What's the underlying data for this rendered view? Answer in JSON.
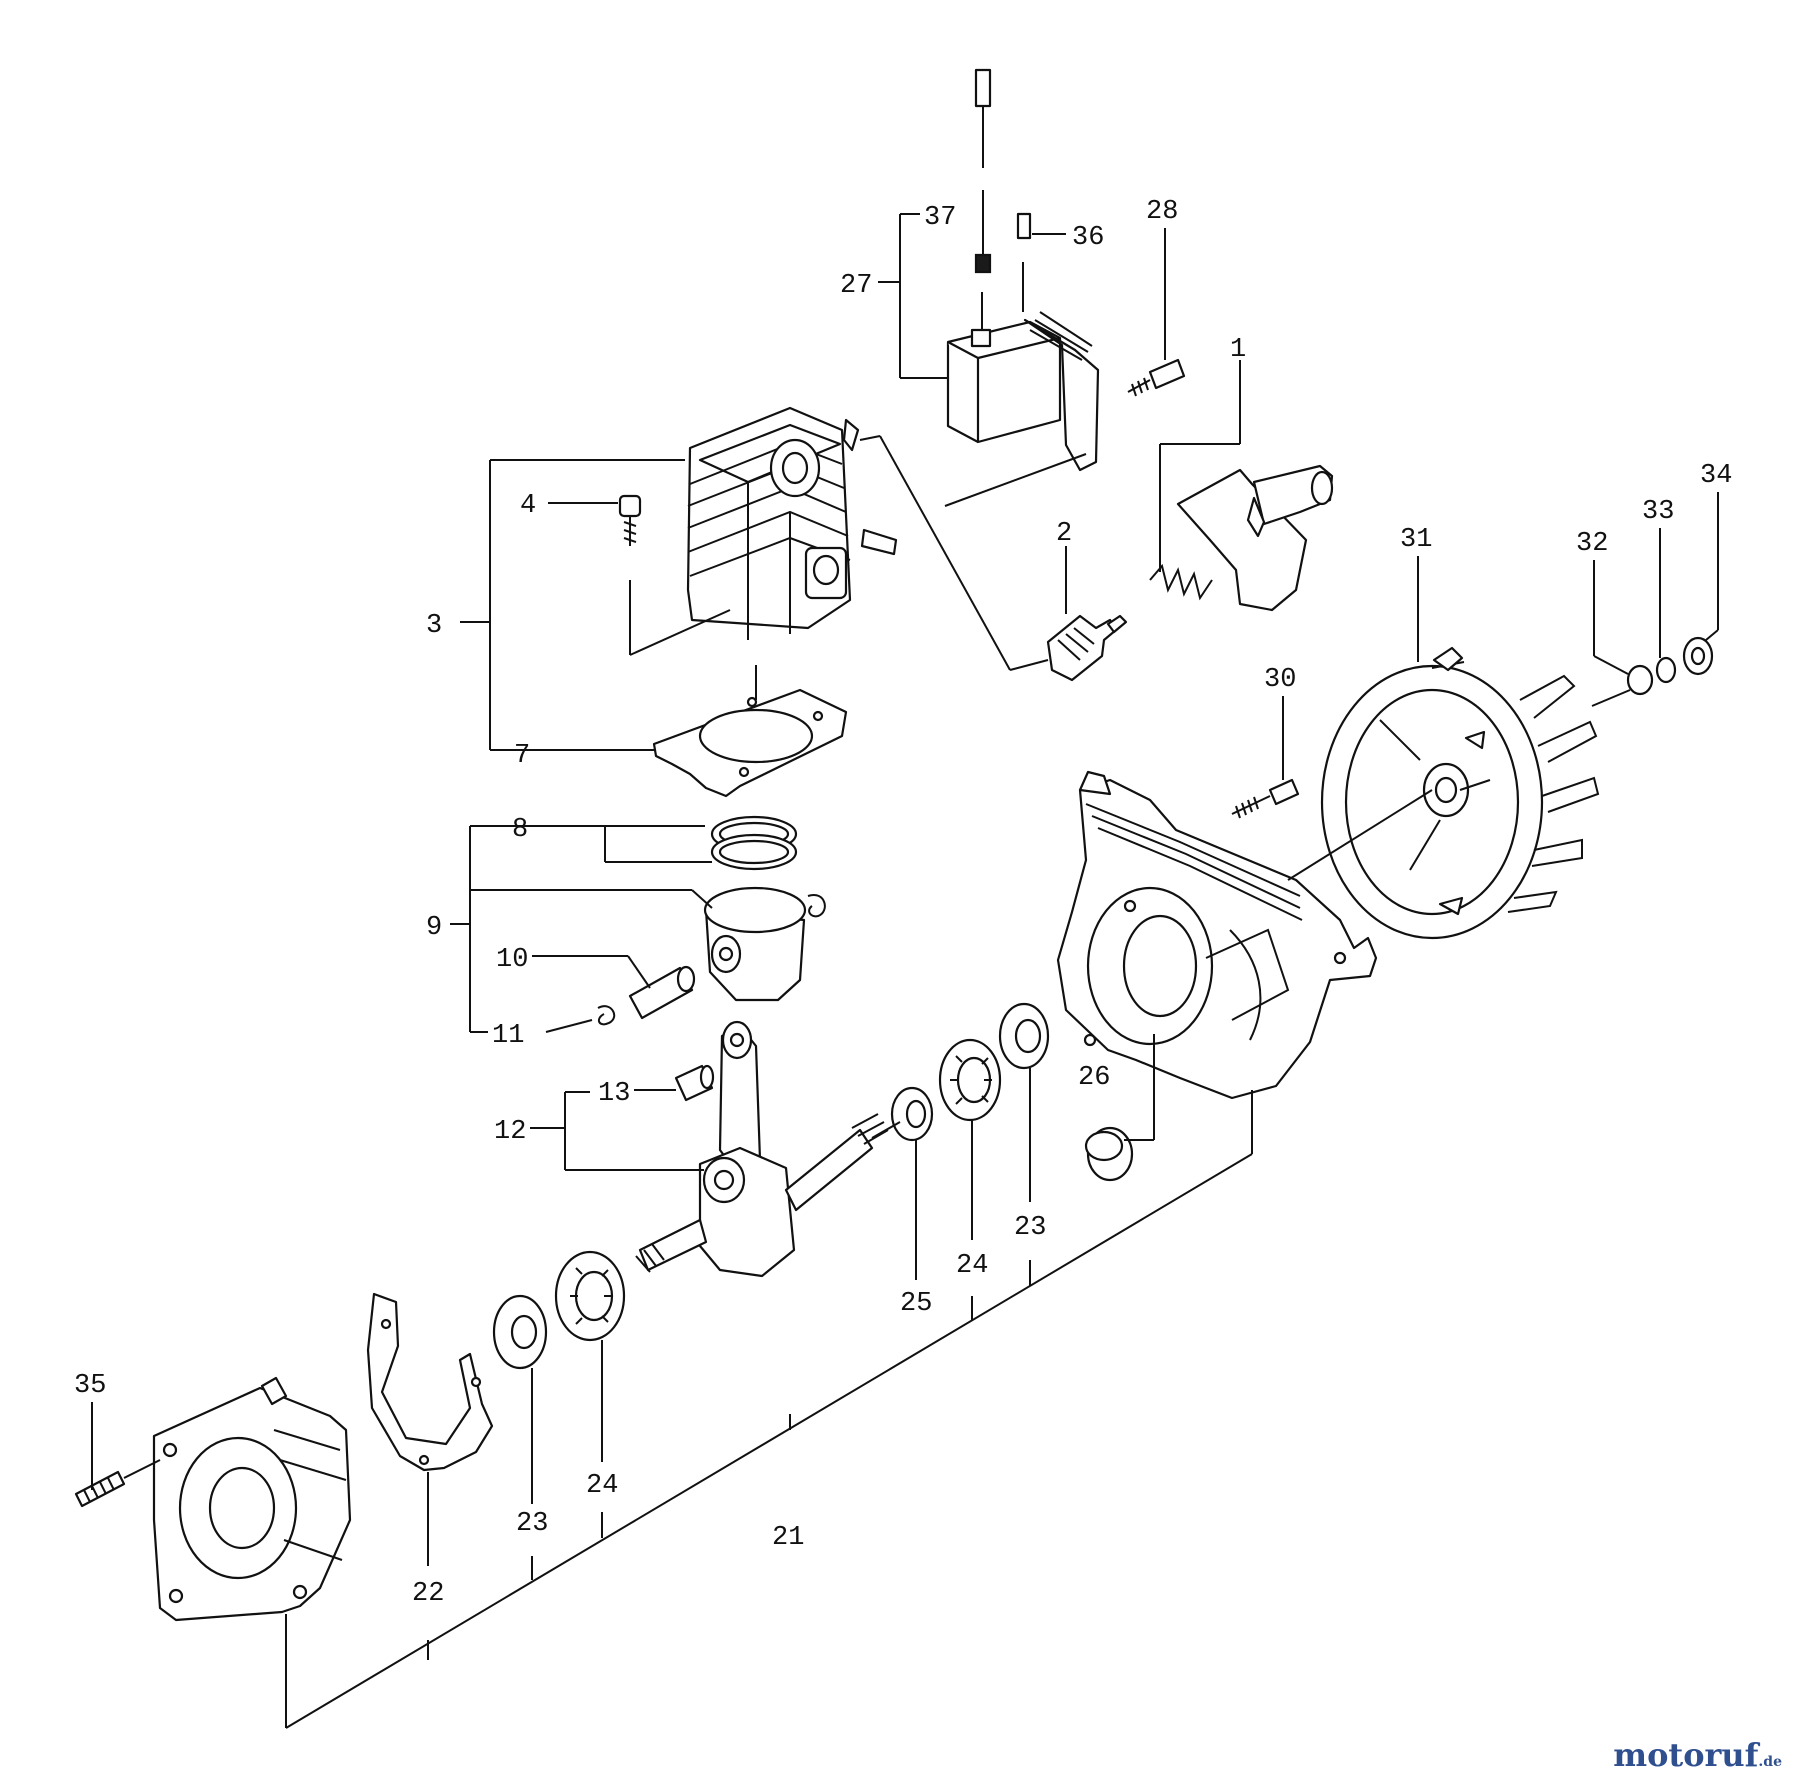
{
  "callouts": {
    "p1": "1",
    "p2": "2",
    "p3": "3",
    "p4": "4",
    "p7": "7",
    "p8": "8",
    "p9": "9",
    "p10": "10",
    "p11": "11",
    "p12": "12",
    "p13": "13",
    "p21": "21",
    "p22": "22",
    "p23a": "23",
    "p23b": "23",
    "p24a": "24",
    "p24b": "24",
    "p25": "25",
    "p26": "26",
    "p27": "27",
    "p28": "28",
    "p30": "30",
    "p31": "31",
    "p32": "32",
    "p33": "33",
    "p34": "34",
    "p35": "35",
    "p36": "36",
    "p37": "37"
  },
  "watermark": {
    "a": "motoruf",
    "b": "",
    "c": ".de"
  },
  "colors": {
    "ink": "#111111",
    "paper": "#ffffff",
    "brand_blue": "#2f4f8f",
    "brand_orange": "#e07a10"
  }
}
